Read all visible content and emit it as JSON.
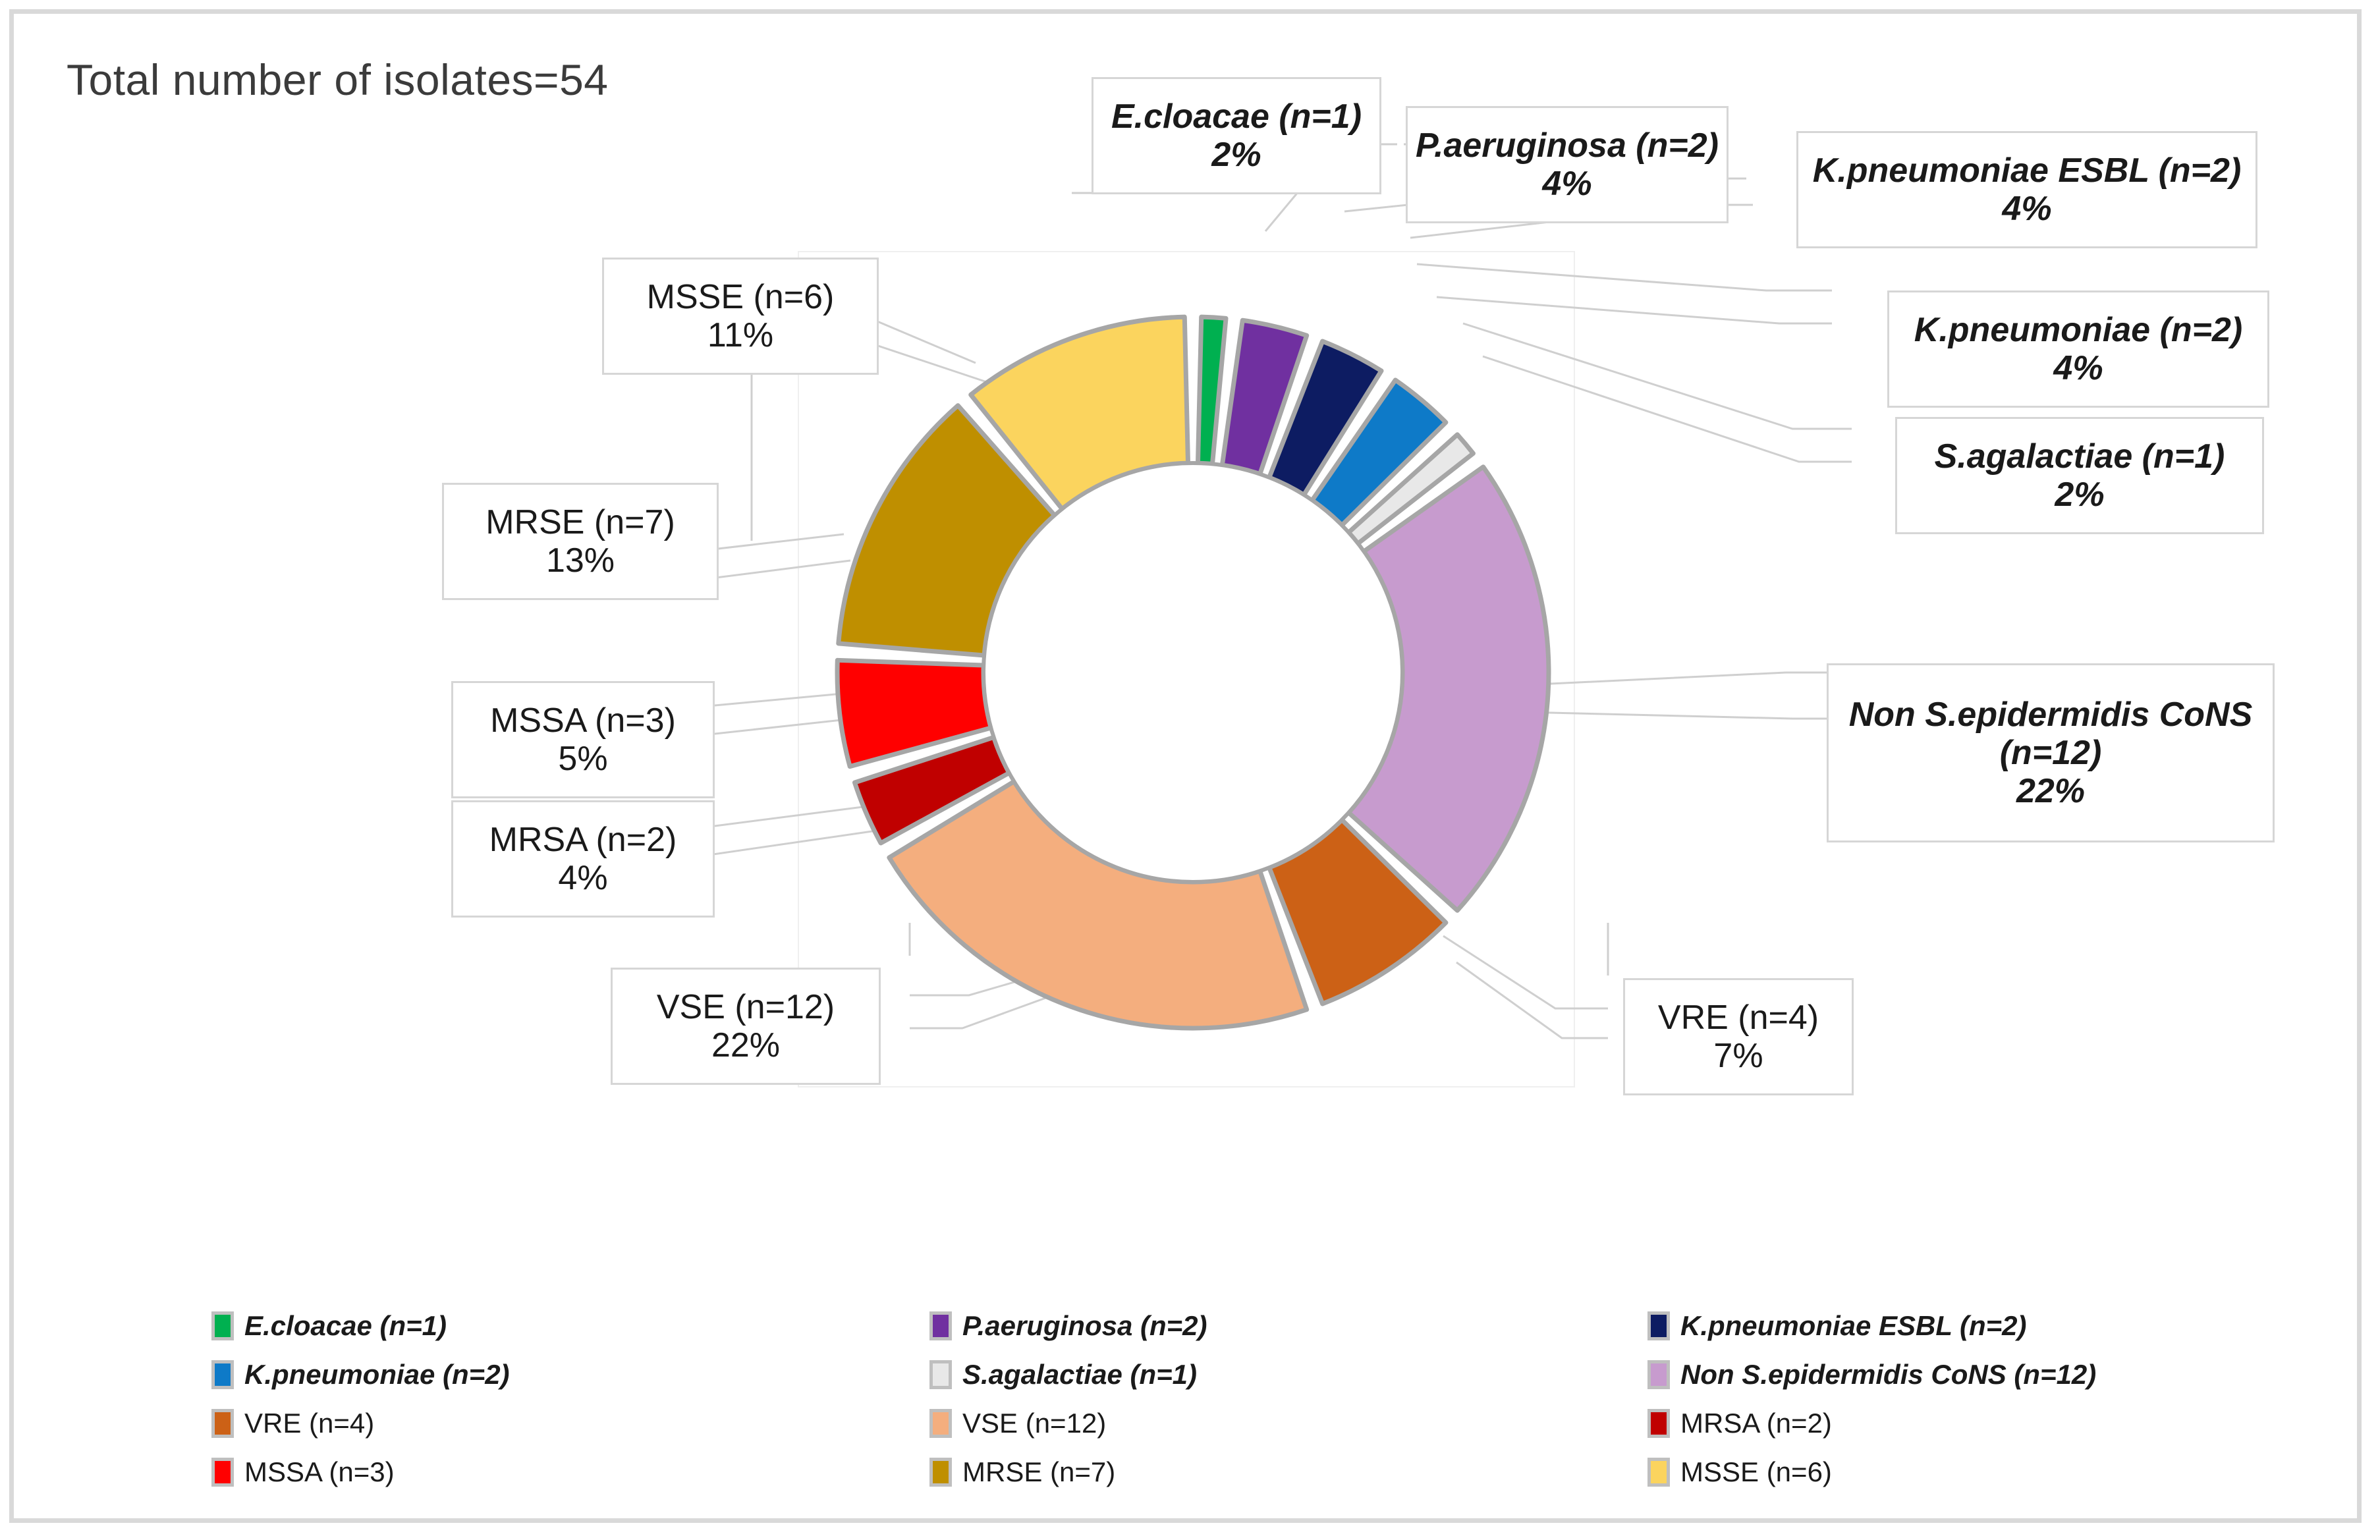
{
  "title": "Total number of isolates=54",
  "chart_data": {
    "type": "pie",
    "title": "Total number of isolates=54",
    "subtitle": "",
    "xlabel": "",
    "ylabel": "",
    "total": 54,
    "units": "isolates",
    "legend_position": "bottom",
    "grid": false,
    "categories": [
      "E.cloacae",
      "P.aeruginosa",
      "K.pneumoniae ESBL",
      "K.pneumoniae",
      "S.agalactiae",
      "Non S.epidermidis CoNS",
      "VRE",
      "VSE",
      "MRSA",
      "MSSA",
      "MRSE",
      "MSSE"
    ],
    "values": [
      1,
      2,
      2,
      2,
      1,
      12,
      4,
      12,
      2,
      3,
      7,
      6
    ],
    "percents": [
      2,
      4,
      4,
      4,
      2,
      22,
      7,
      22,
      4,
      5,
      13,
      11
    ],
    "colors": [
      "#00B050",
      "#7030A0",
      "#0D1C62",
      "#0E7AC8",
      "#E8E8E8",
      "#C79BCE",
      "#CC6116",
      "#F4AE7E",
      "#C00000",
      "#FF0000",
      "#BF8F00",
      "#FBD45E"
    ],
    "slice_border_color": "#A6A6A6"
  },
  "slices": [
    {
      "key": "e-cloacae",
      "name": "E.cloacae",
      "n_label": "E.cloacae (n=1)",
      "pct_label": "2%",
      "value": 1,
      "percent": 2,
      "color": "#00B050",
      "italic": true
    },
    {
      "key": "p-aeruginosa",
      "name": "P.aeruginosa",
      "n_label": "P.aeruginosa (n=2)",
      "pct_label": "4%",
      "value": 2,
      "percent": 4,
      "color": "#7030A0",
      "italic": true
    },
    {
      "key": "k-pneumoniae-esbl",
      "name": "K.pneumoniae ESBL",
      "n_label": "K.pneumoniae ESBL (n=2)",
      "pct_label": "4%",
      "value": 2,
      "percent": 4,
      "color": "#0D1C62",
      "italic": true
    },
    {
      "key": "k-pneumoniae",
      "name": "K.pneumoniae",
      "n_label": "K.pneumoniae (n=2)",
      "pct_label": "4%",
      "value": 2,
      "percent": 4,
      "color": "#0E7AC8",
      "italic": true
    },
    {
      "key": "s-agalactiae",
      "name": "S.agalactiae",
      "n_label": "S.agalactiae (n=1)",
      "pct_label": "2%",
      "value": 1,
      "percent": 2,
      "color": "#E8E8E8",
      "italic": true
    },
    {
      "key": "non-s-epidermidis-cons",
      "name": "Non S.epidermidis CoNS",
      "n_label": "Non S.epidermidis CoNS",
      "n_label2": "(n=12)",
      "pct_label": "22%",
      "value": 12,
      "percent": 22,
      "color": "#C79BCE",
      "italic": true
    },
    {
      "key": "vre",
      "name": "VRE",
      "n_label": "VRE (n=4)",
      "pct_label": "7%",
      "value": 4,
      "percent": 7,
      "color": "#CC6116",
      "italic": false
    },
    {
      "key": "vse",
      "name": "VSE",
      "n_label": "VSE (n=12)",
      "pct_label": "22%",
      "value": 12,
      "percent": 22,
      "color": "#F4AE7E",
      "italic": false
    },
    {
      "key": "mrsa",
      "name": "MRSA",
      "n_label": "MRSA (n=2)",
      "pct_label": "4%",
      "value": 2,
      "percent": 4,
      "color": "#C00000",
      "italic": false
    },
    {
      "key": "mssa",
      "name": "MSSA",
      "n_label": "MSSA (n=3)",
      "pct_label": "5%",
      "value": 3,
      "percent": 5,
      "color": "#FF0000",
      "italic": false
    },
    {
      "key": "mrse",
      "name": "MRSE",
      "n_label": "MRSE (n=7)",
      "pct_label": "13%",
      "value": 7,
      "percent": 13,
      "color": "#BF8F00",
      "italic": false
    },
    {
      "key": "msse",
      "name": "MSSE",
      "n_label": "MSSE (n=6)",
      "pct_label": "11%",
      "value": 6,
      "percent": 11,
      "color": "#FBD45E",
      "italic": false
    }
  ],
  "legend": {
    "items": [
      {
        "label": "E.cloacae (n=1)",
        "color": "#00B050",
        "italic": true
      },
      {
        "label": "P.aeruginosa (n=2)",
        "color": "#7030A0",
        "italic": true
      },
      {
        "label": "K.pneumoniae ESBL (n=2)",
        "color": "#0D1C62",
        "italic": true
      },
      {
        "label": "K.pneumoniae (n=2)",
        "color": "#0E7AC8",
        "italic": true
      },
      {
        "label": "S.agalactiae (n=1)",
        "color": "#E8E8E8",
        "italic": true
      },
      {
        "label": "Non S.epidermidis CoNS (n=12)",
        "color": "#C79BCE",
        "italic": true
      },
      {
        "label": "VRE (n=4)",
        "color": "#CC6116",
        "italic": false
      },
      {
        "label": "VSE (n=12)",
        "color": "#F4AE7E",
        "italic": false
      },
      {
        "label": "MRSA (n=2)",
        "color": "#C00000",
        "italic": false
      },
      {
        "label": "MSSA (n=3)",
        "color": "#FF0000",
        "italic": false
      },
      {
        "label": "MRSE (n=7)",
        "color": "#BF8F00",
        "italic": false
      },
      {
        "label": "MSSE (n=6)",
        "color": "#FBD45E",
        "italic": false
      }
    ]
  }
}
